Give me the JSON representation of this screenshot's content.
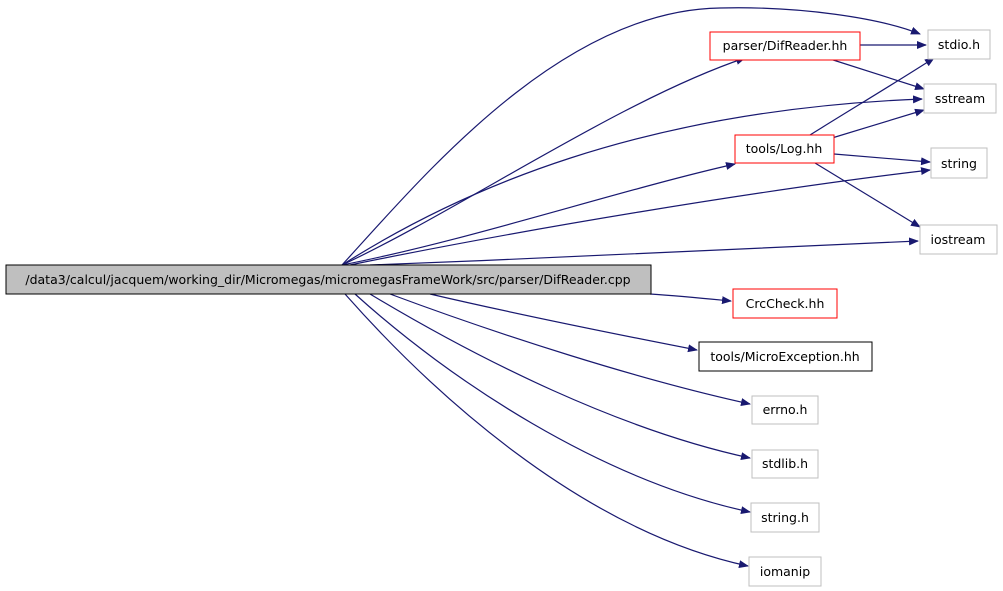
{
  "colors": {
    "edge": "#191970",
    "root_fill": "#bfbfbf",
    "root_border": "#000000",
    "documented_border": "#ff0000",
    "plain_border": "#000000",
    "external_border": "#bfbfbf"
  },
  "nodes": {
    "root": "/data3/calcul/jacquem/working_dir/Micromegas/micromegasFrameWork/src/parser/DifReader.cpp",
    "difreader_hh": "parser/DifReader.hh",
    "stdio_h": "stdio.h",
    "sstream": "sstream",
    "log_hh": "tools/Log.hh",
    "string": "string",
    "iostream": "iostream",
    "crccheck_hh": "CrcCheck.hh",
    "microexception_hh": "tools/MicroException.hh",
    "errno_h": "errno.h",
    "stdlib_h": "stdlib.h",
    "string_h": "string.h",
    "iomanip": "iomanip"
  },
  "edges": [
    [
      "root",
      "difreader_hh"
    ],
    [
      "root",
      "stdio_h"
    ],
    [
      "root",
      "sstream"
    ],
    [
      "root",
      "log_hh"
    ],
    [
      "root",
      "string"
    ],
    [
      "root",
      "iostream"
    ],
    [
      "root",
      "crccheck_hh"
    ],
    [
      "root",
      "microexception_hh"
    ],
    [
      "root",
      "errno_h"
    ],
    [
      "root",
      "stdlib_h"
    ],
    [
      "root",
      "string_h"
    ],
    [
      "root",
      "iomanip"
    ],
    [
      "difreader_hh",
      "stdio_h"
    ],
    [
      "difreader_hh",
      "sstream"
    ],
    [
      "log_hh",
      "stdio_h"
    ],
    [
      "log_hh",
      "sstream"
    ],
    [
      "log_hh",
      "string"
    ],
    [
      "log_hh",
      "iostream"
    ]
  ]
}
